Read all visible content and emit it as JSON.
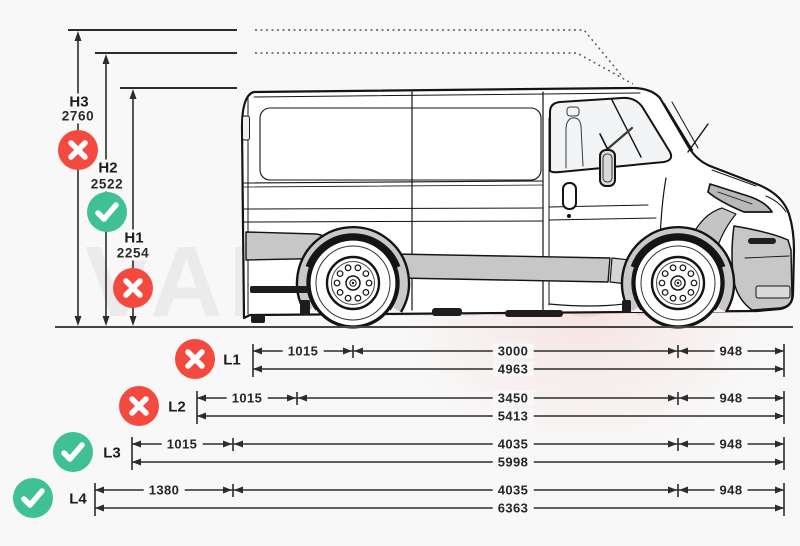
{
  "watermark": "VANDEMON",
  "colors": {
    "unavailable": "#f4493f",
    "available": "#3fc095",
    "line": "#2c2c2c",
    "background": "#f8f8f8"
  },
  "heights": {
    "h3": {
      "label": "H3",
      "value": "2760",
      "status": "unavailable"
    },
    "h2": {
      "label": "H2",
      "value": "2522",
      "status": "available"
    },
    "h1": {
      "label": "H1",
      "value": "2254",
      "status": "unavailable"
    }
  },
  "lengths": {
    "l1": {
      "label": "L1",
      "status": "unavailable",
      "seg1": "1015",
      "seg2": "3000",
      "seg3": "948",
      "total": "4963"
    },
    "l2": {
      "label": "L2",
      "status": "unavailable",
      "seg1": "1015",
      "seg2": "3450",
      "seg3": "948",
      "total": "5413"
    },
    "l3": {
      "label": "L3",
      "status": "available",
      "seg1": "1015",
      "seg2": "4035",
      "seg3": "948",
      "total": "5998"
    },
    "l4": {
      "label": "L4",
      "status": "available",
      "seg1": "1380",
      "seg2": "4035",
      "seg3": "948",
      "total": "6363"
    }
  }
}
